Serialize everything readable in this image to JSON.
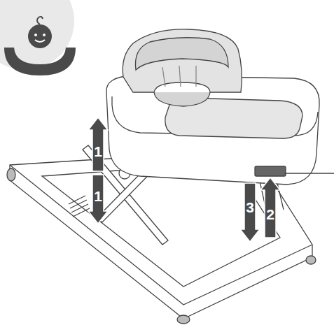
{
  "diagram": {
    "labels": [
      "1",
      "1",
      "3",
      "2"
    ]
  }
}
